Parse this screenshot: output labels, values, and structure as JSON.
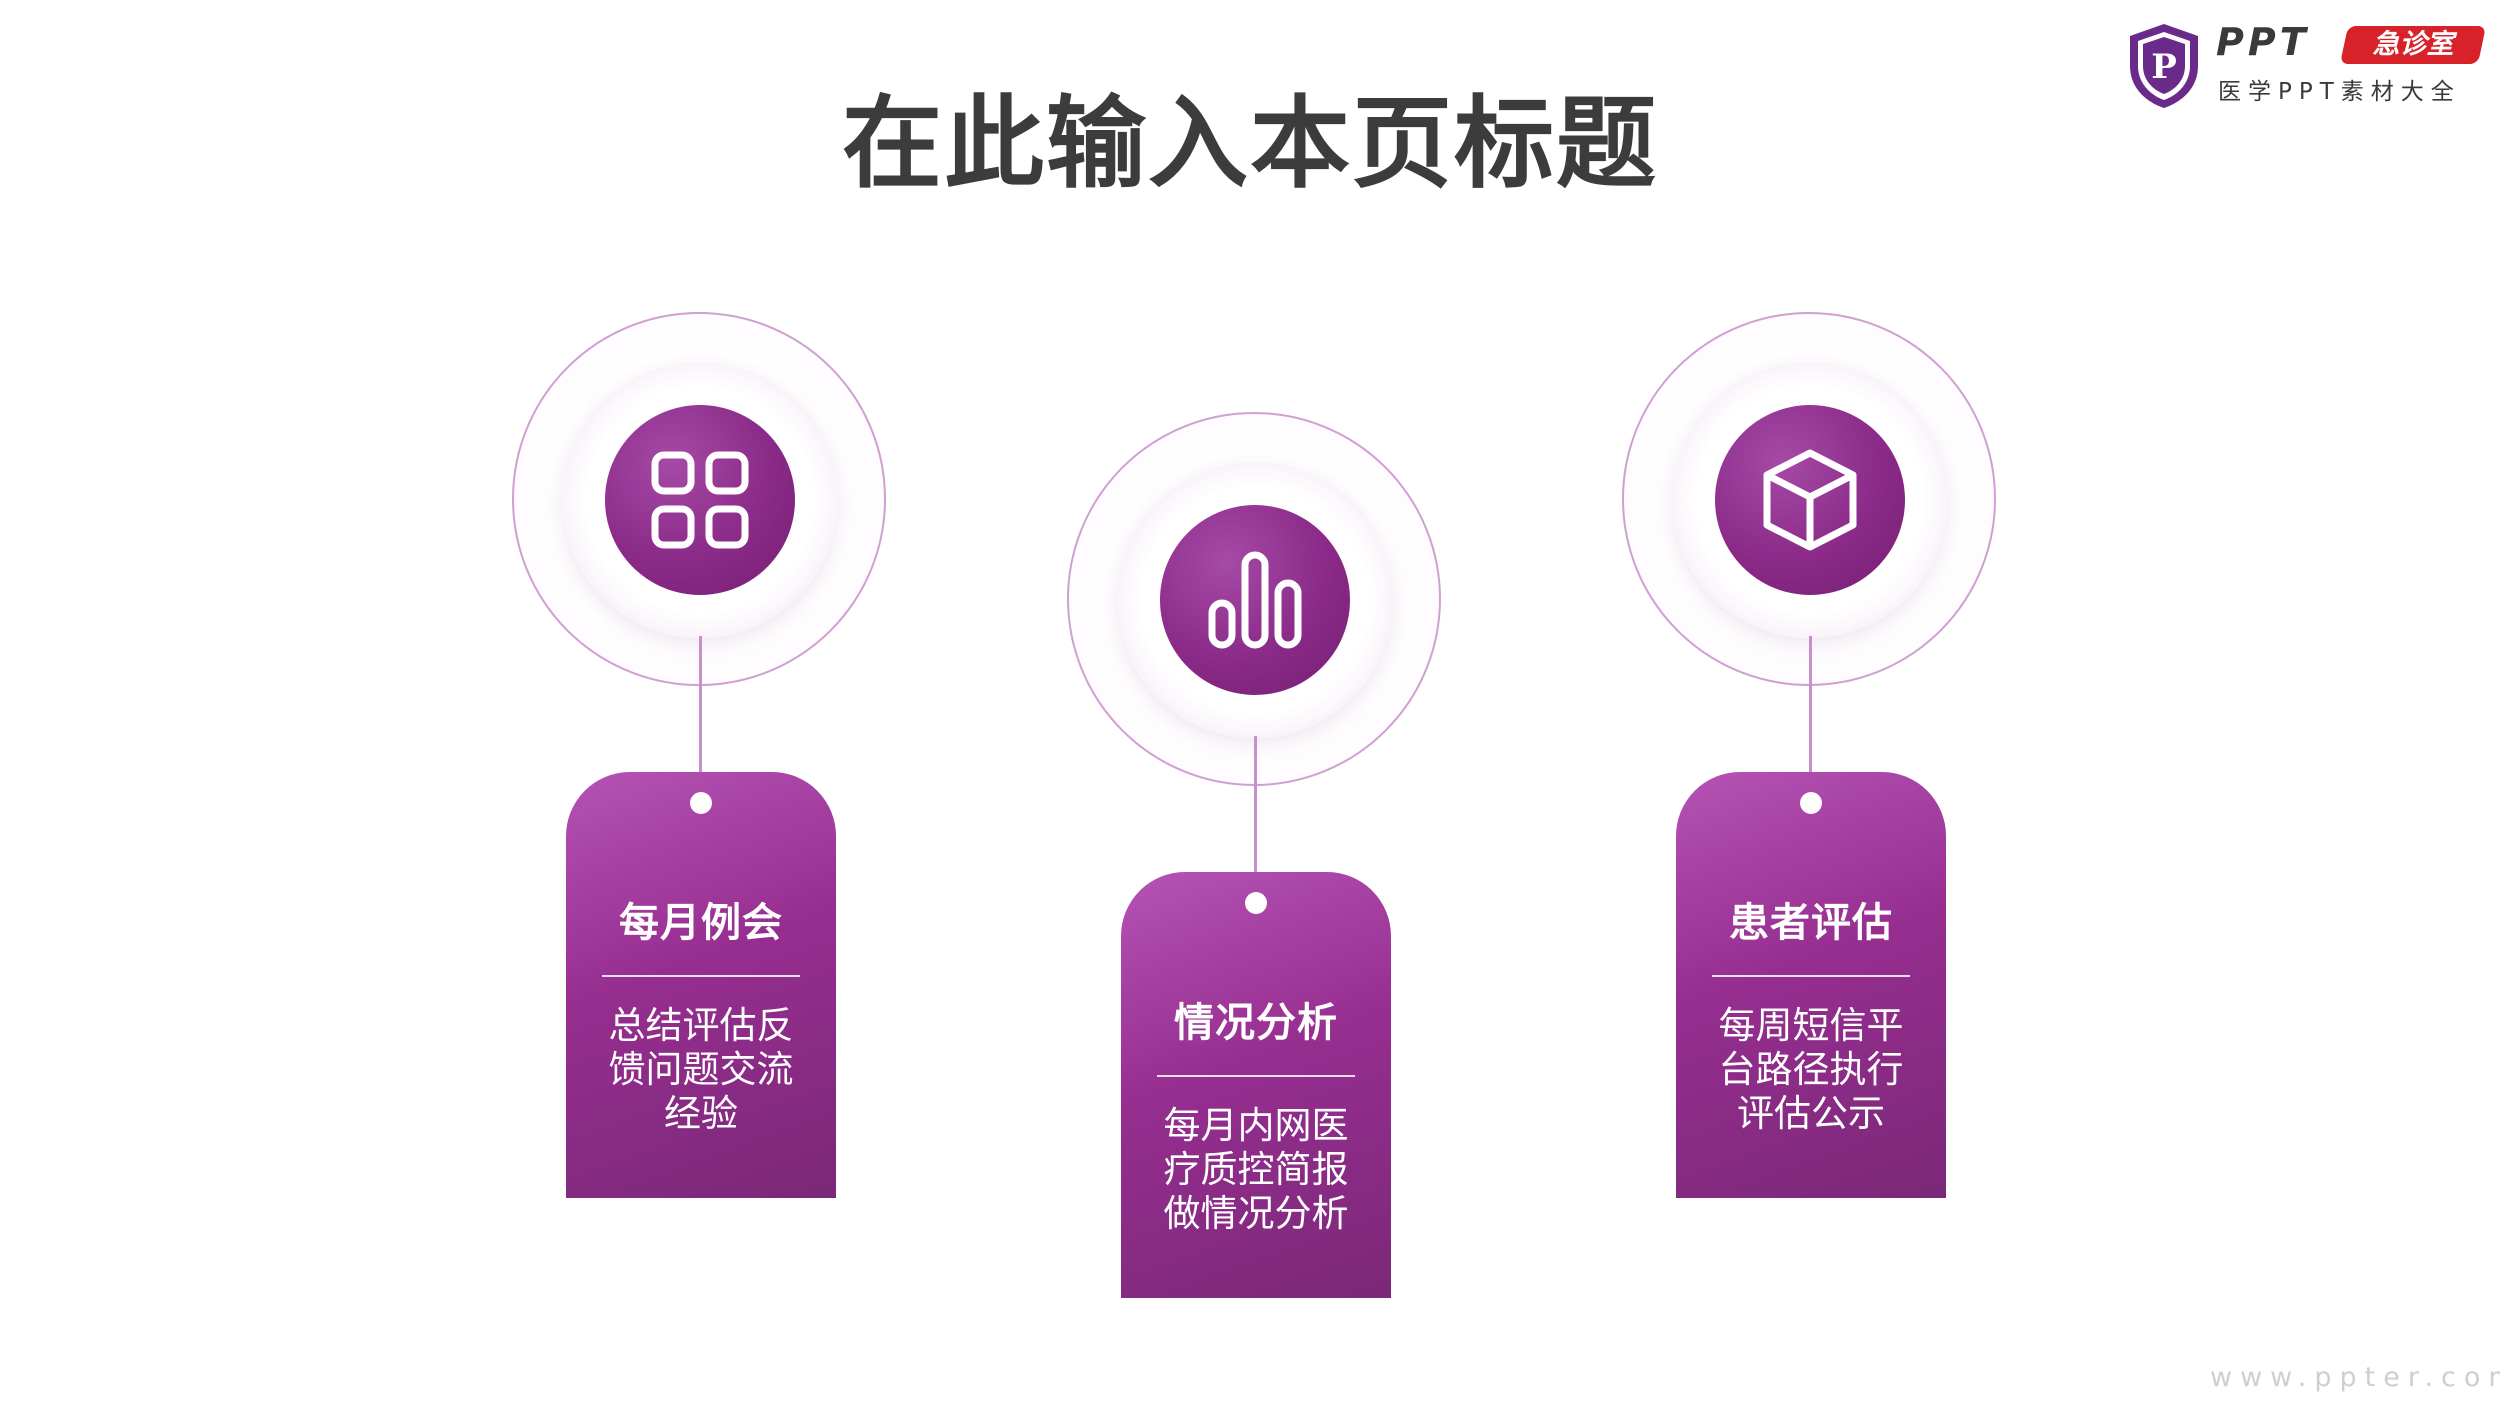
{
  "slide": {
    "title": "在此输入本页标题"
  },
  "logo": {
    "shield_letter": "P",
    "ppt": "PPT",
    "badge": "急诊室",
    "subtitle": "医学PPT素材大全"
  },
  "columns": [
    {
      "icon": "grid-icon",
      "title": "每月例会",
      "body": "总结评估反馈问题交流经验"
    },
    {
      "icon": "bar-chart-icon",
      "title": "情况分析",
      "body": "每月内网医疗质控简报做情况分析"
    },
    {
      "icon": "cube-icon",
      "title": "患者评估",
      "body": "每周短信平台路径执行评估公示"
    }
  ],
  "watermark": "www.ppter.com",
  "colors": {
    "accent": "#8b2a88",
    "accent_light": "#b553b4",
    "badge_red": "#d8222a",
    "title_text": "#3c3c3c"
  }
}
